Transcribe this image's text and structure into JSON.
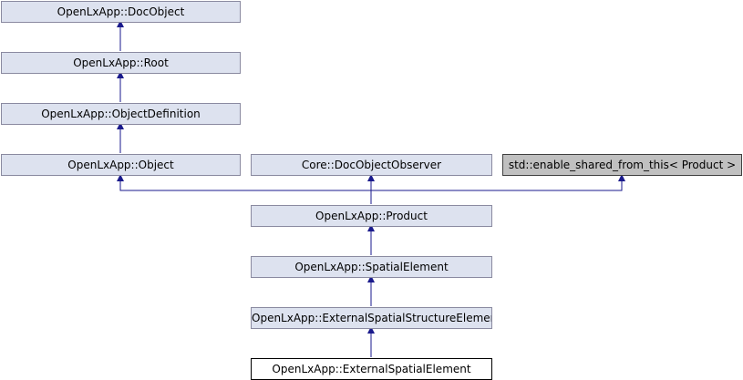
{
  "nodes": {
    "doc_object": "OpenLxApp::DocObject",
    "root": "OpenLxApp::Root",
    "object_definition": "OpenLxApp::ObjectDefinition",
    "object": "OpenLxApp::Object",
    "doc_object_observer": "Core::DocObjectObserver",
    "enable_shared_from_this": "std::enable_shared_from_this< Product >",
    "product": "OpenLxApp::Product",
    "spatial_element": "OpenLxApp::SpatialElement",
    "external_spatial_structure_element": "OpenLxApp::ExternalSpatialStructureElement",
    "external_spatial_element": "OpenLxApp::ExternalSpatialElement"
  },
  "colors": {
    "node_fill": "#dde2ef",
    "node_border": "#8a8aa0",
    "current_fill": "#ffffff",
    "external_fill": "#c0c0c0",
    "edge": "#1a1a8c"
  }
}
